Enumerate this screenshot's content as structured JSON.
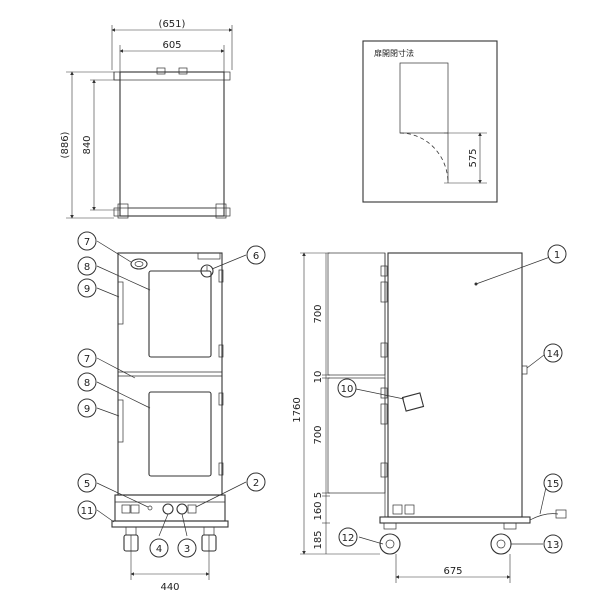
{
  "top_view": {
    "outer_width": "(651)",
    "inner_width": "605",
    "outer_depth": "(886)",
    "inner_depth": "840"
  },
  "door_detail": {
    "title": "扉開閉寸法",
    "swing": "575"
  },
  "front_view": {
    "width": "440"
  },
  "side_view": {
    "total_height": "1760",
    "upper": "700",
    "gap": "10",
    "lower": "700",
    "h5": "5",
    "h160": "160",
    "h185": "185",
    "depth": "675"
  },
  "callouts": [
    "1",
    "2",
    "3",
    "4",
    "5",
    "6",
    "7",
    "8",
    "9",
    "10",
    "11",
    "12",
    "13",
    "14",
    "15"
  ]
}
